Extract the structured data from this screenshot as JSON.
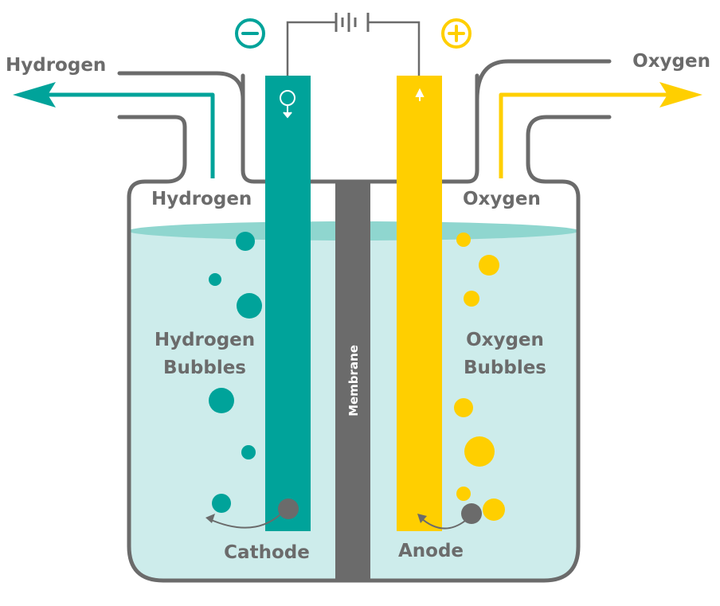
{
  "labels": {
    "hydrogen_out": "Hydrogen",
    "oxygen_out": "Oxygen",
    "hydrogen_in_vessel": "Hydrogen",
    "oxygen_in_vessel": "Oxygen",
    "hydrogen_bubbles_line1": "Hydrogen",
    "hydrogen_bubbles_line2": "Bubbles",
    "oxygen_bubbles_line1": "Oxygen",
    "oxygen_bubbles_line2": "Bubbles",
    "membrane": "Membrane",
    "cathode": "Cathode",
    "anode": "Anode",
    "negative_terminal": "−",
    "positive_terminal": "+"
  },
  "colors": {
    "hydrogen": "#00a39a",
    "oxygen": "#ffcf00",
    "water": "#cdeceb",
    "water_surface": "#8fd6cf",
    "vessel_outline": "#6b6b6b",
    "membrane": "#6b6b6b",
    "text": "#6b6b6b"
  }
}
